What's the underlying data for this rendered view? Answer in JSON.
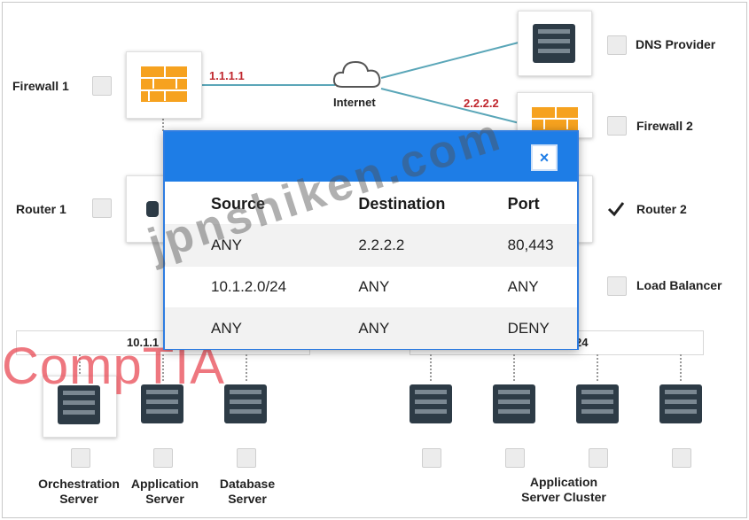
{
  "devices": {
    "firewall1": {
      "label": "Firewall 1",
      "ip": "1.1.1.1",
      "checked": false
    },
    "internet": {
      "label": "Internet"
    },
    "dns_provider": {
      "label": "DNS Provider",
      "checked": false
    },
    "firewall2": {
      "label": "Firewall 2",
      "ip": "2.2.2.2",
      "checked": false
    },
    "router1": {
      "label": "Router 1",
      "checked": false
    },
    "router2": {
      "label": "Router 2",
      "checked": true
    },
    "load_balancer": {
      "label": "Load Balancer",
      "checked": false
    }
  },
  "subnets": {
    "left": "10.1.1",
    "right": "24"
  },
  "servers": {
    "orchestration": "Orchestration\nServer",
    "application": "Application\nServer",
    "database": "Database\nServer",
    "cluster": "Application\nServer Cluster"
  },
  "modal": {
    "close_symbol": "×",
    "columns": [
      "Source",
      "Destination",
      "Port"
    ],
    "rows": [
      [
        "ANY",
        "2.2.2.2",
        "80,443"
      ],
      [
        "10.1.2.0/24",
        "ANY",
        "ANY"
      ],
      [
        "ANY",
        "ANY",
        "DENY"
      ]
    ]
  },
  "watermark": "jpnshiken.com",
  "logo": "CompTIA",
  "colors": {
    "modal_header": "#1e7de6",
    "ip_label": "#c0262d",
    "firewall": "#f6a21f",
    "link": "#5aa6b8"
  }
}
